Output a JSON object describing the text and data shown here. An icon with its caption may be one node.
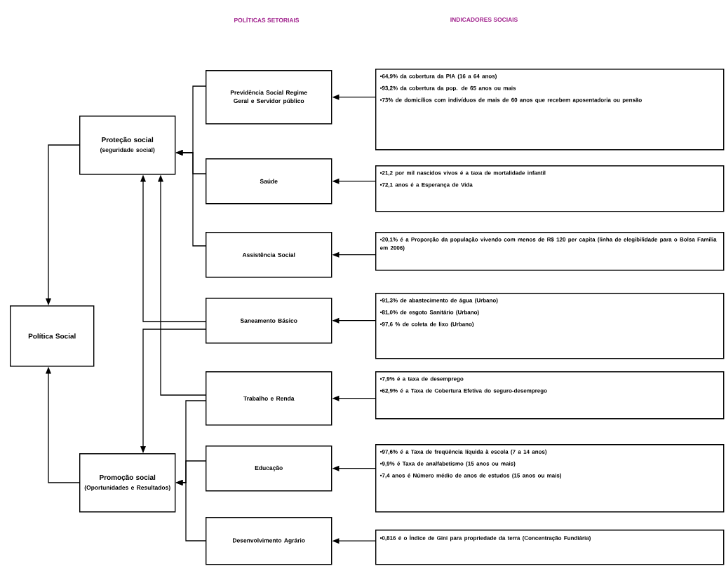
{
  "diagram": {
    "nodes": [
      {
        "text": [
          "Proteção social",
          "(seguridade social)"
        ]
      },
      {
        "text": [
          "Promoção social",
          "(Oportunidades e Resultados)"
        ]
      },
      {
        "text": [
          "Política Social"
        ]
      },
      {
        "text": [
          "Previdência Social Regime Geral e Servidor público"
        ]
      },
      {
        "text": [
          "Saúde"
        ]
      },
      {
        "text": [
          "Assistência Social"
        ]
      },
      {
        "text": [
          "Saneamento Básico"
        ]
      },
      {
        "text": [
          "Trabalho e Renda"
        ]
      },
      {
        "text": [
          "Educação"
        ]
      },
      {
        "text": [
          "Desenvolvimento Agrário"
        ]
      },
      {
        "text": [
          "•64,9% da cobertura da PIA (16 a 64 anos)",
          "•93,2% da cobertura da pop. de 65 anos ou mais",
          "•73% de domicílios com indivíduos de mais de 60 anos que recebem aposentadoria ou pensão"
        ]
      },
      {
        "text": [
          "•21,2 por mil nascidos vivos é a taxa de mortalidade infantil",
          "•72,1 anos é a Esperança de Vida"
        ]
      },
      {
        "text": [
          "•20,1% é a Proporção da população vivendo com menos de R$ 120 per capita (linha de elegibilidade para o Bolsa Família em 2006)"
        ]
      },
      {
        "text": [
          "•91,3% de abastecimento de água (Urbano)",
          "•81,0% de esgoto Sanitário (Urbano)",
          "•97,6 % de coleta de lixo (Urbano)"
        ]
      },
      {
        "text": [
          "•7,9% é a taxa de desemprego",
          "•62,9% é a Taxa de Cobertura Efetiva do seguro-desemprego"
        ]
      },
      {
        "text": [
          "•97,6% é a Taxa de freqüência líquida à escola (7 a 14 anos)",
          "•9,9% é Taxa de analfabetismo (15 anos ou mais)",
          "•7,4 anos é Número médio de anos de estudos (15 anos ou mais)"
        ]
      },
      {
        "text": [
          "•0,816 é o Índice de Gini para propriedade da terra (Concentração Fundiária)"
        ]
      }
    ],
    "edges": [
      {
        "from": 10,
        "to": 3,
        "arrow": "to"
      },
      {
        "from": 11,
        "to": 4,
        "arrow": "to"
      },
      {
        "from": 12,
        "to": 5,
        "arrow": "to"
      },
      {
        "from": 13,
        "to": 6,
        "arrow": "to"
      },
      {
        "from": 14,
        "to": 7,
        "arrow": "to"
      },
      {
        "from": 15,
        "to": 8,
        "arrow": "to"
      },
      {
        "from": 16,
        "to": 9,
        "arrow": "to"
      },
      {
        "from": 3,
        "to": 0,
        "arrow": "to"
      },
      {
        "from": 4,
        "to": 0,
        "arrow": "to"
      },
      {
        "from": 5,
        "to": 0,
        "arrow": "to"
      },
      {
        "from": 6,
        "to": 0,
        "arrow": "to"
      },
      {
        "from": 7,
        "to": 0,
        "arrow": "to"
      },
      {
        "from": 6,
        "to": 1,
        "arrow": "to"
      },
      {
        "from": 7,
        "to": 1,
        "arrow": "to"
      },
      {
        "from": 8,
        "to": 1,
        "arrow": "to"
      },
      {
        "from": 9,
        "to": 1,
        "arrow": "to"
      },
      {
        "from": 0,
        "to": 2,
        "arrow": "to"
      },
      {
        "from": 1,
        "to": 2,
        "arrow": "to"
      }
    ],
    "labels": [
      "POLÍTICAS SETORIAIS",
      "INDICADORES SOCIAIS"
    ]
  }
}
